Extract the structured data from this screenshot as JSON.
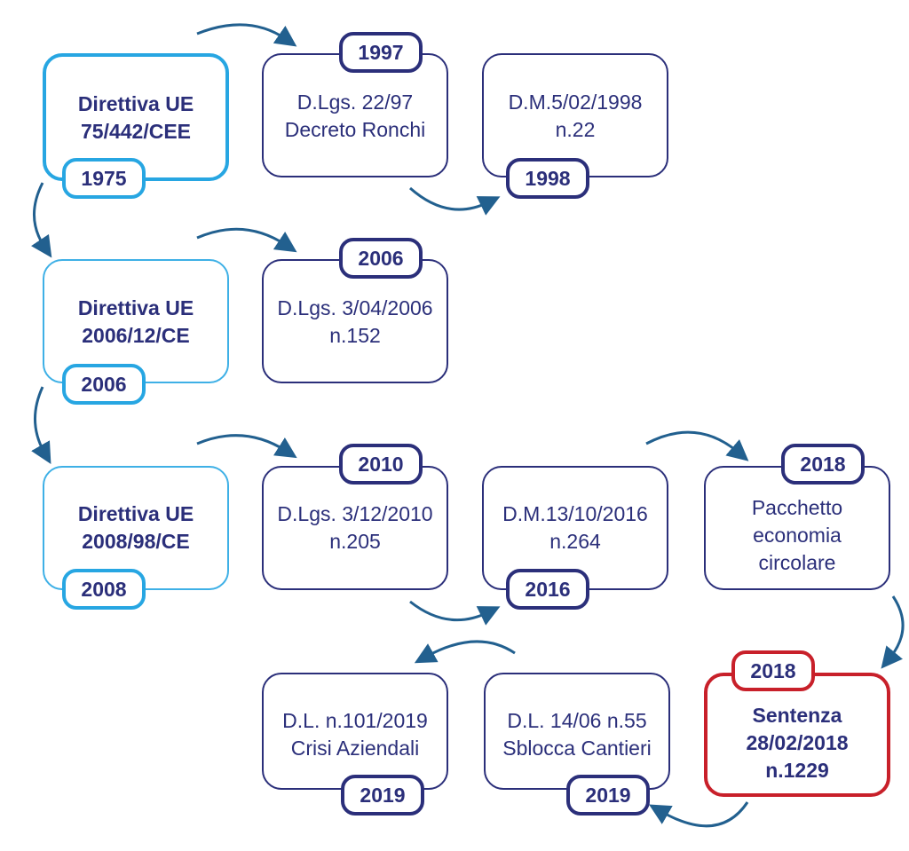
{
  "colors": {
    "cyan": "#27a6e2",
    "navy": "#2b2f7a",
    "red": "#c8202a",
    "arrow": "#22608f"
  },
  "nodes": [
    {
      "id": "dir-1975",
      "lines": [
        "Direttiva UE",
        "75/442/CEE"
      ],
      "year": "1975",
      "style": "eu"
    },
    {
      "id": "dlgs-1997",
      "lines": [
        "D.Lgs. 22/97",
        "Decreto Ronchi"
      ],
      "year": "1997",
      "style": "it"
    },
    {
      "id": "dm-1998",
      "lines": [
        "D.M.5/02/1998",
        "n.22"
      ],
      "year": "1998",
      "style": "it"
    },
    {
      "id": "dir-2006",
      "lines": [
        "Direttiva UE",
        "2006/12/CE"
      ],
      "year": "2006",
      "style": "eu-light"
    },
    {
      "id": "dlgs-2006",
      "lines": [
        "D.Lgs. 3/04/2006",
        "n.152"
      ],
      "year": "2006",
      "style": "it"
    },
    {
      "id": "dir-2008",
      "lines": [
        "Direttiva UE",
        "2008/98/CE"
      ],
      "year": "2008",
      "style": "eu-light"
    },
    {
      "id": "dlgs-2010",
      "lines": [
        "D.Lgs. 3/12/2010",
        "n.205"
      ],
      "year": "2010",
      "style": "it"
    },
    {
      "id": "dm-2016",
      "lines": [
        "D.M.13/10/2016",
        "n.264"
      ],
      "year": "2016",
      "style": "it"
    },
    {
      "id": "pacchetto-2018",
      "lines": [
        "Pacchetto",
        "economia",
        "circolare"
      ],
      "year": "2018",
      "style": "it"
    },
    {
      "id": "sentenza-2018",
      "lines": [
        "Sentenza",
        "28/02/2018",
        "n.1229"
      ],
      "year": "2018",
      "style": "court"
    },
    {
      "id": "dl-2019-sblocca",
      "lines": [
        "D.L. 14/06 n.55",
        "Sblocca Cantieri"
      ],
      "year": "2019",
      "style": "it"
    },
    {
      "id": "dl-2019-crisi",
      "lines": [
        "D.L. n.101/2019",
        "Crisi Aziendali"
      ],
      "year": "2019",
      "style": "it"
    }
  ],
  "edges": [
    {
      "from": "dir-1975",
      "to": "dlgs-1997"
    },
    {
      "from": "dlgs-1997",
      "to": "dm-1998"
    },
    {
      "from": "dir-1975",
      "to": "dir-2006"
    },
    {
      "from": "dir-2006",
      "to": "dlgs-2006"
    },
    {
      "from": "dir-2006",
      "to": "dir-2008"
    },
    {
      "from": "dir-2008",
      "to": "dlgs-2010"
    },
    {
      "from": "dlgs-2010",
      "to": "dm-2016"
    },
    {
      "from": "dm-2016",
      "to": "pacchetto-2018"
    },
    {
      "from": "pacchetto-2018",
      "to": "sentenza-2018"
    },
    {
      "from": "sentenza-2018",
      "to": "dl-2019-sblocca"
    },
    {
      "from": "dl-2019-sblocca",
      "to": "dl-2019-crisi"
    }
  ]
}
